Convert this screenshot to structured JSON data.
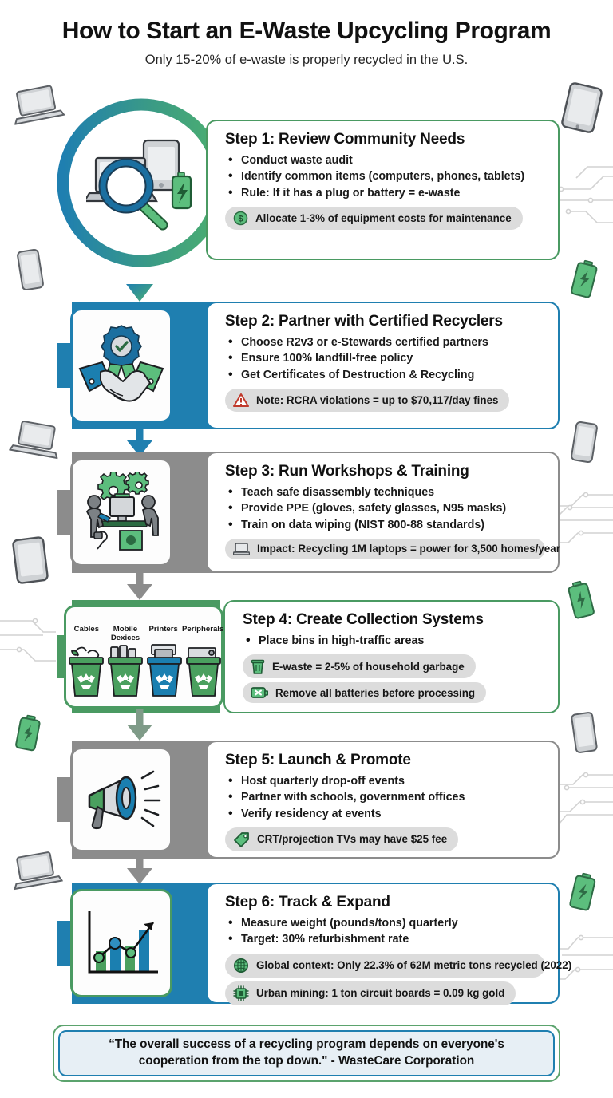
{
  "header": {
    "title": "How to Start an E-Waste Upcycling Program",
    "subtitle": "Only 15-20% of e-waste is properly recycled in the U.S."
  },
  "colors": {
    "blue": "#1f7fb0",
    "green": "#4a9a62",
    "gray": "#8c8c8c",
    "fact_bg": "#dcdcdc",
    "quote_bg": "#e7eff5",
    "red": "#c0392b"
  },
  "steps": [
    {
      "id": "step-1",
      "title": "Step 1: Review Community Needs",
      "accent": "green",
      "icon": "magnifier-over-devices-icon",
      "bullets": [
        "Conduct waste audit",
        "Identify common items (computers, phones, tablets)",
        "Rule: If it has a plug or battery = e-waste"
      ],
      "facts": [
        {
          "icon": "dollar-coin-icon",
          "text": "Allocate 1-3% of equipment costs for maintenance"
        }
      ]
    },
    {
      "id": "step-2",
      "title": "Step 2: Partner with Certified Recyclers",
      "accent": "blue",
      "icon": "handshake-certified-icon",
      "bullets": [
        "Choose R2v3 or e-Stewards certified partners",
        "Ensure 100% landfill-free policy",
        "Get Certificates of Destruction & Recycling"
      ],
      "facts": [
        {
          "icon": "warning-triangle-icon",
          "text": "Note: RCRA violations = up to $70,117/day fines"
        }
      ]
    },
    {
      "id": "step-3",
      "title": "Step 3: Run Workshops & Training",
      "accent": "gray",
      "icon": "workshop-training-icon",
      "bullets": [
        "Teach safe disassembly techniques",
        "Provide PPE (gloves, safety glasses, N95 masks)",
        "Train on data wiping (NIST 800-88 standards)"
      ],
      "facts": [
        {
          "icon": "laptop-icon",
          "text": "Impact: Recycling 1M laptops = power for 3,500 homes/year"
        }
      ]
    },
    {
      "id": "step-4",
      "title": "Step 4: Create Collection Systems",
      "accent": "green",
      "icon": "recycling-bins-icon",
      "bullets": [
        "Place bins in high-traffic areas"
      ],
      "facts": [
        {
          "icon": "trash-can-icon",
          "text": "E-waste = 2-5% of household garbage"
        },
        {
          "icon": "battery-x-icon",
          "text": "Remove all batteries before processing"
        }
      ],
      "bin_labels": [
        "Cables",
        "Mobile Dexices",
        "Printers",
        "Peripherals"
      ]
    },
    {
      "id": "step-5",
      "title": "Step 5: Launch & Promote",
      "accent": "gray",
      "icon": "megaphone-icon",
      "bullets": [
        "Host quarterly drop-off events",
        "Partner with schools, government offices",
        "Verify residency at events"
      ],
      "facts": [
        {
          "icon": "price-tag-icon",
          "text": "CRT/projection TVs may have $25 fee"
        }
      ]
    },
    {
      "id": "step-6",
      "title": "Step 6: Track & Expand",
      "accent": "blue",
      "icon": "growth-chart-icon",
      "bullets": [
        "Measure weight (pounds/tons) quarterly",
        "Target: 30% refurbishment rate"
      ],
      "facts": [
        {
          "icon": "globe-icon",
          "text": "Global context: Only 22.3% of 62M metric tons recycled (2022)"
        },
        {
          "icon": "chip-icon",
          "text": "Urban mining: 1 ton circuit boards = 0.09 kg gold"
        }
      ]
    }
  ],
  "footer": {
    "quote_line1": "“The overall success of a recycling program depends on everyone's",
    "quote_line2": "cooperation from the top down.\" - WasteCare Corporation"
  }
}
